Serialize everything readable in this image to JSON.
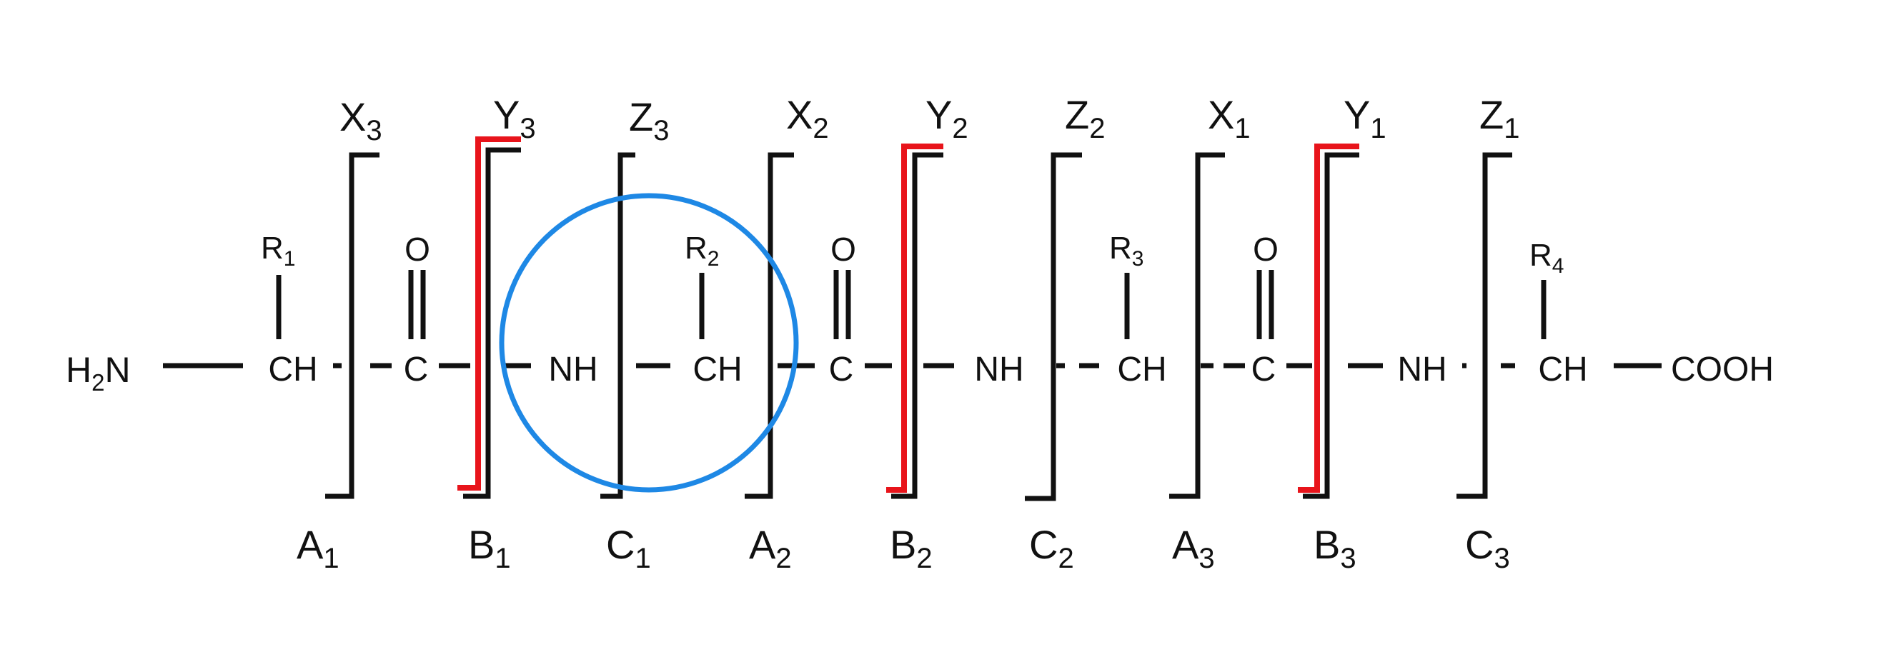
{
  "peptide": {
    "n_terminus": {
      "main": "H",
      "sub": "2",
      "tail": "N"
    },
    "c_terminus": "COOH",
    "ch": "CH",
    "c": "C",
    "nh": "NH",
    "oxygen": "O",
    "side_chains": [
      {
        "main": "R",
        "sub": "1"
      },
      {
        "main": "R",
        "sub": "2"
      },
      {
        "main": "R",
        "sub": "3"
      },
      {
        "main": "R",
        "sub": "4"
      }
    ]
  },
  "top_ions": [
    {
      "main": "X",
      "sub": "3"
    },
    {
      "main": "Y",
      "sub": "3"
    },
    {
      "main": "Z",
      "sub": "3"
    },
    {
      "main": "X",
      "sub": "2"
    },
    {
      "main": "Y",
      "sub": "2"
    },
    {
      "main": "Z",
      "sub": "2"
    },
    {
      "main": "X",
      "sub": "1"
    },
    {
      "main": "Y",
      "sub": "1"
    },
    {
      "main": "Z",
      "sub": "1"
    }
  ],
  "bottom_ions": [
    {
      "main": "A",
      "sub": "1"
    },
    {
      "main": "B",
      "sub": "1"
    },
    {
      "main": "C",
      "sub": "1"
    },
    {
      "main": "A",
      "sub": "2"
    },
    {
      "main": "B",
      "sub": "2"
    },
    {
      "main": "C",
      "sub": "2"
    },
    {
      "main": "A",
      "sub": "3"
    },
    {
      "main": "B",
      "sub": "3"
    },
    {
      "main": "C",
      "sub": "3"
    }
  ],
  "colors": {
    "b_y_bracket": "#e8141b",
    "highlight_circle": "#1e88e5",
    "ink": "#111111"
  }
}
